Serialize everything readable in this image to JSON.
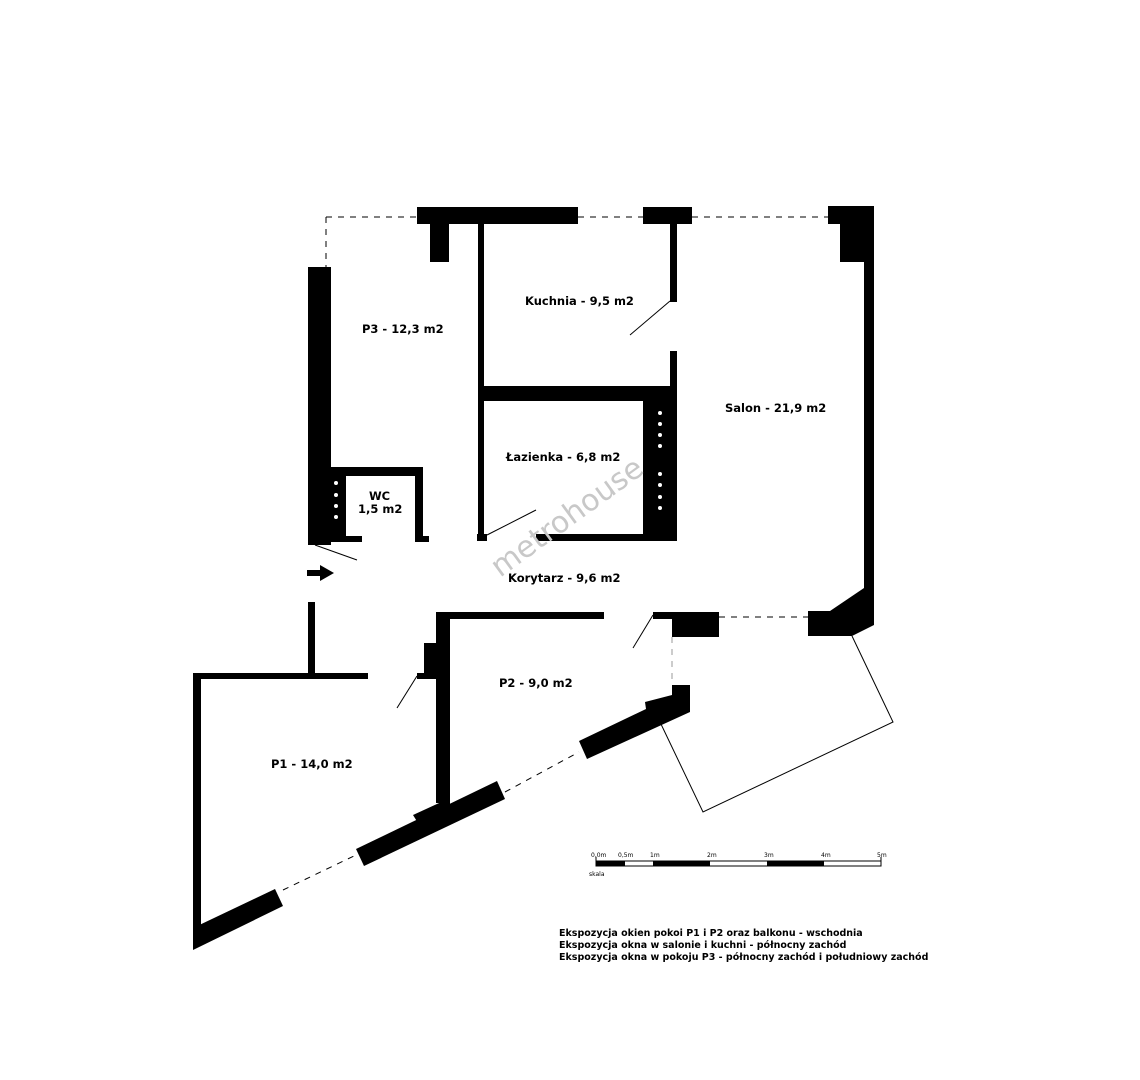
{
  "rooms": {
    "p3": "P3 - 12,3 m2",
    "kuchnia": "Kuchnia - 9,5 m2",
    "salon": "Salon - 21,9 m2",
    "lazienka": "Łazienka - 6,8 m2",
    "wc_name": "WC",
    "wc_area": "1,5 m2",
    "korytarz": "Korytarz - 9,6 m2",
    "p2": "P2 - 9,0 m2",
    "p1": "P1 - 14,0 m2"
  },
  "scale": {
    "ticks": [
      "0,0m",
      "0,5m",
      "1m",
      "2m",
      "3m",
      "4m",
      "5m"
    ],
    "label": "skala"
  },
  "notes": [
    "Ekspozycja okien pokoi P1 i P2 oraz balkonu - wschodnia",
    "Ekspozycja okna w salonie i kuchni - północny zachód",
    "Ekspozycja okna w pokoju P3 - północny zachód i południowy zachód"
  ],
  "watermark": "metrohouse",
  "colors": {
    "wall": "#000000",
    "watermark": "#c8c8c8"
  }
}
